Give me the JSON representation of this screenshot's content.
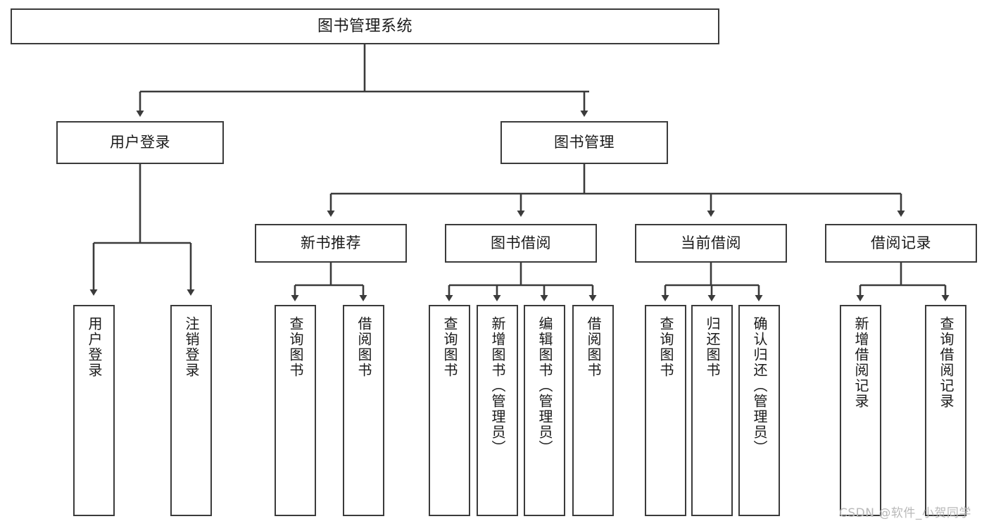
{
  "diagram": {
    "type": "tree-hierarchy",
    "title": "图书管理系统",
    "root": {
      "label": "图书管理系统"
    },
    "level2": [
      {
        "label": "用户登录"
      },
      {
        "label": "图书管理"
      }
    ],
    "level3": [
      {
        "label": "新书推荐"
      },
      {
        "label": "图书借阅"
      },
      {
        "label": "当前借阅"
      },
      {
        "label": "借阅记录"
      }
    ],
    "leaves": {
      "user_login": [
        {
          "label": "用户登录"
        },
        {
          "label": "注销登录"
        }
      ],
      "new_book_recommend": [
        {
          "label": "查询图书"
        },
        {
          "label": "借阅图书"
        }
      ],
      "book_borrow": [
        {
          "label": "查询图书"
        },
        {
          "label": "新增图书（管理员）"
        },
        {
          "label": "编辑图书（管理员）"
        },
        {
          "label": "借阅图书"
        }
      ],
      "current_borrow": [
        {
          "label": "查询图书"
        },
        {
          "label": "归还图书"
        },
        {
          "label": "确认归还（管理员）"
        }
      ],
      "borrow_record": [
        {
          "label": "新增借阅记录"
        },
        {
          "label": "查询借阅记录"
        }
      ]
    }
  },
  "watermark": {
    "text": "CSDN @软件_小贺同学"
  },
  "colors": {
    "stroke": "#3b3b3b",
    "fill": "#ffffff",
    "text": "#1a1a1a",
    "watermark": "#b9b9b9"
  }
}
